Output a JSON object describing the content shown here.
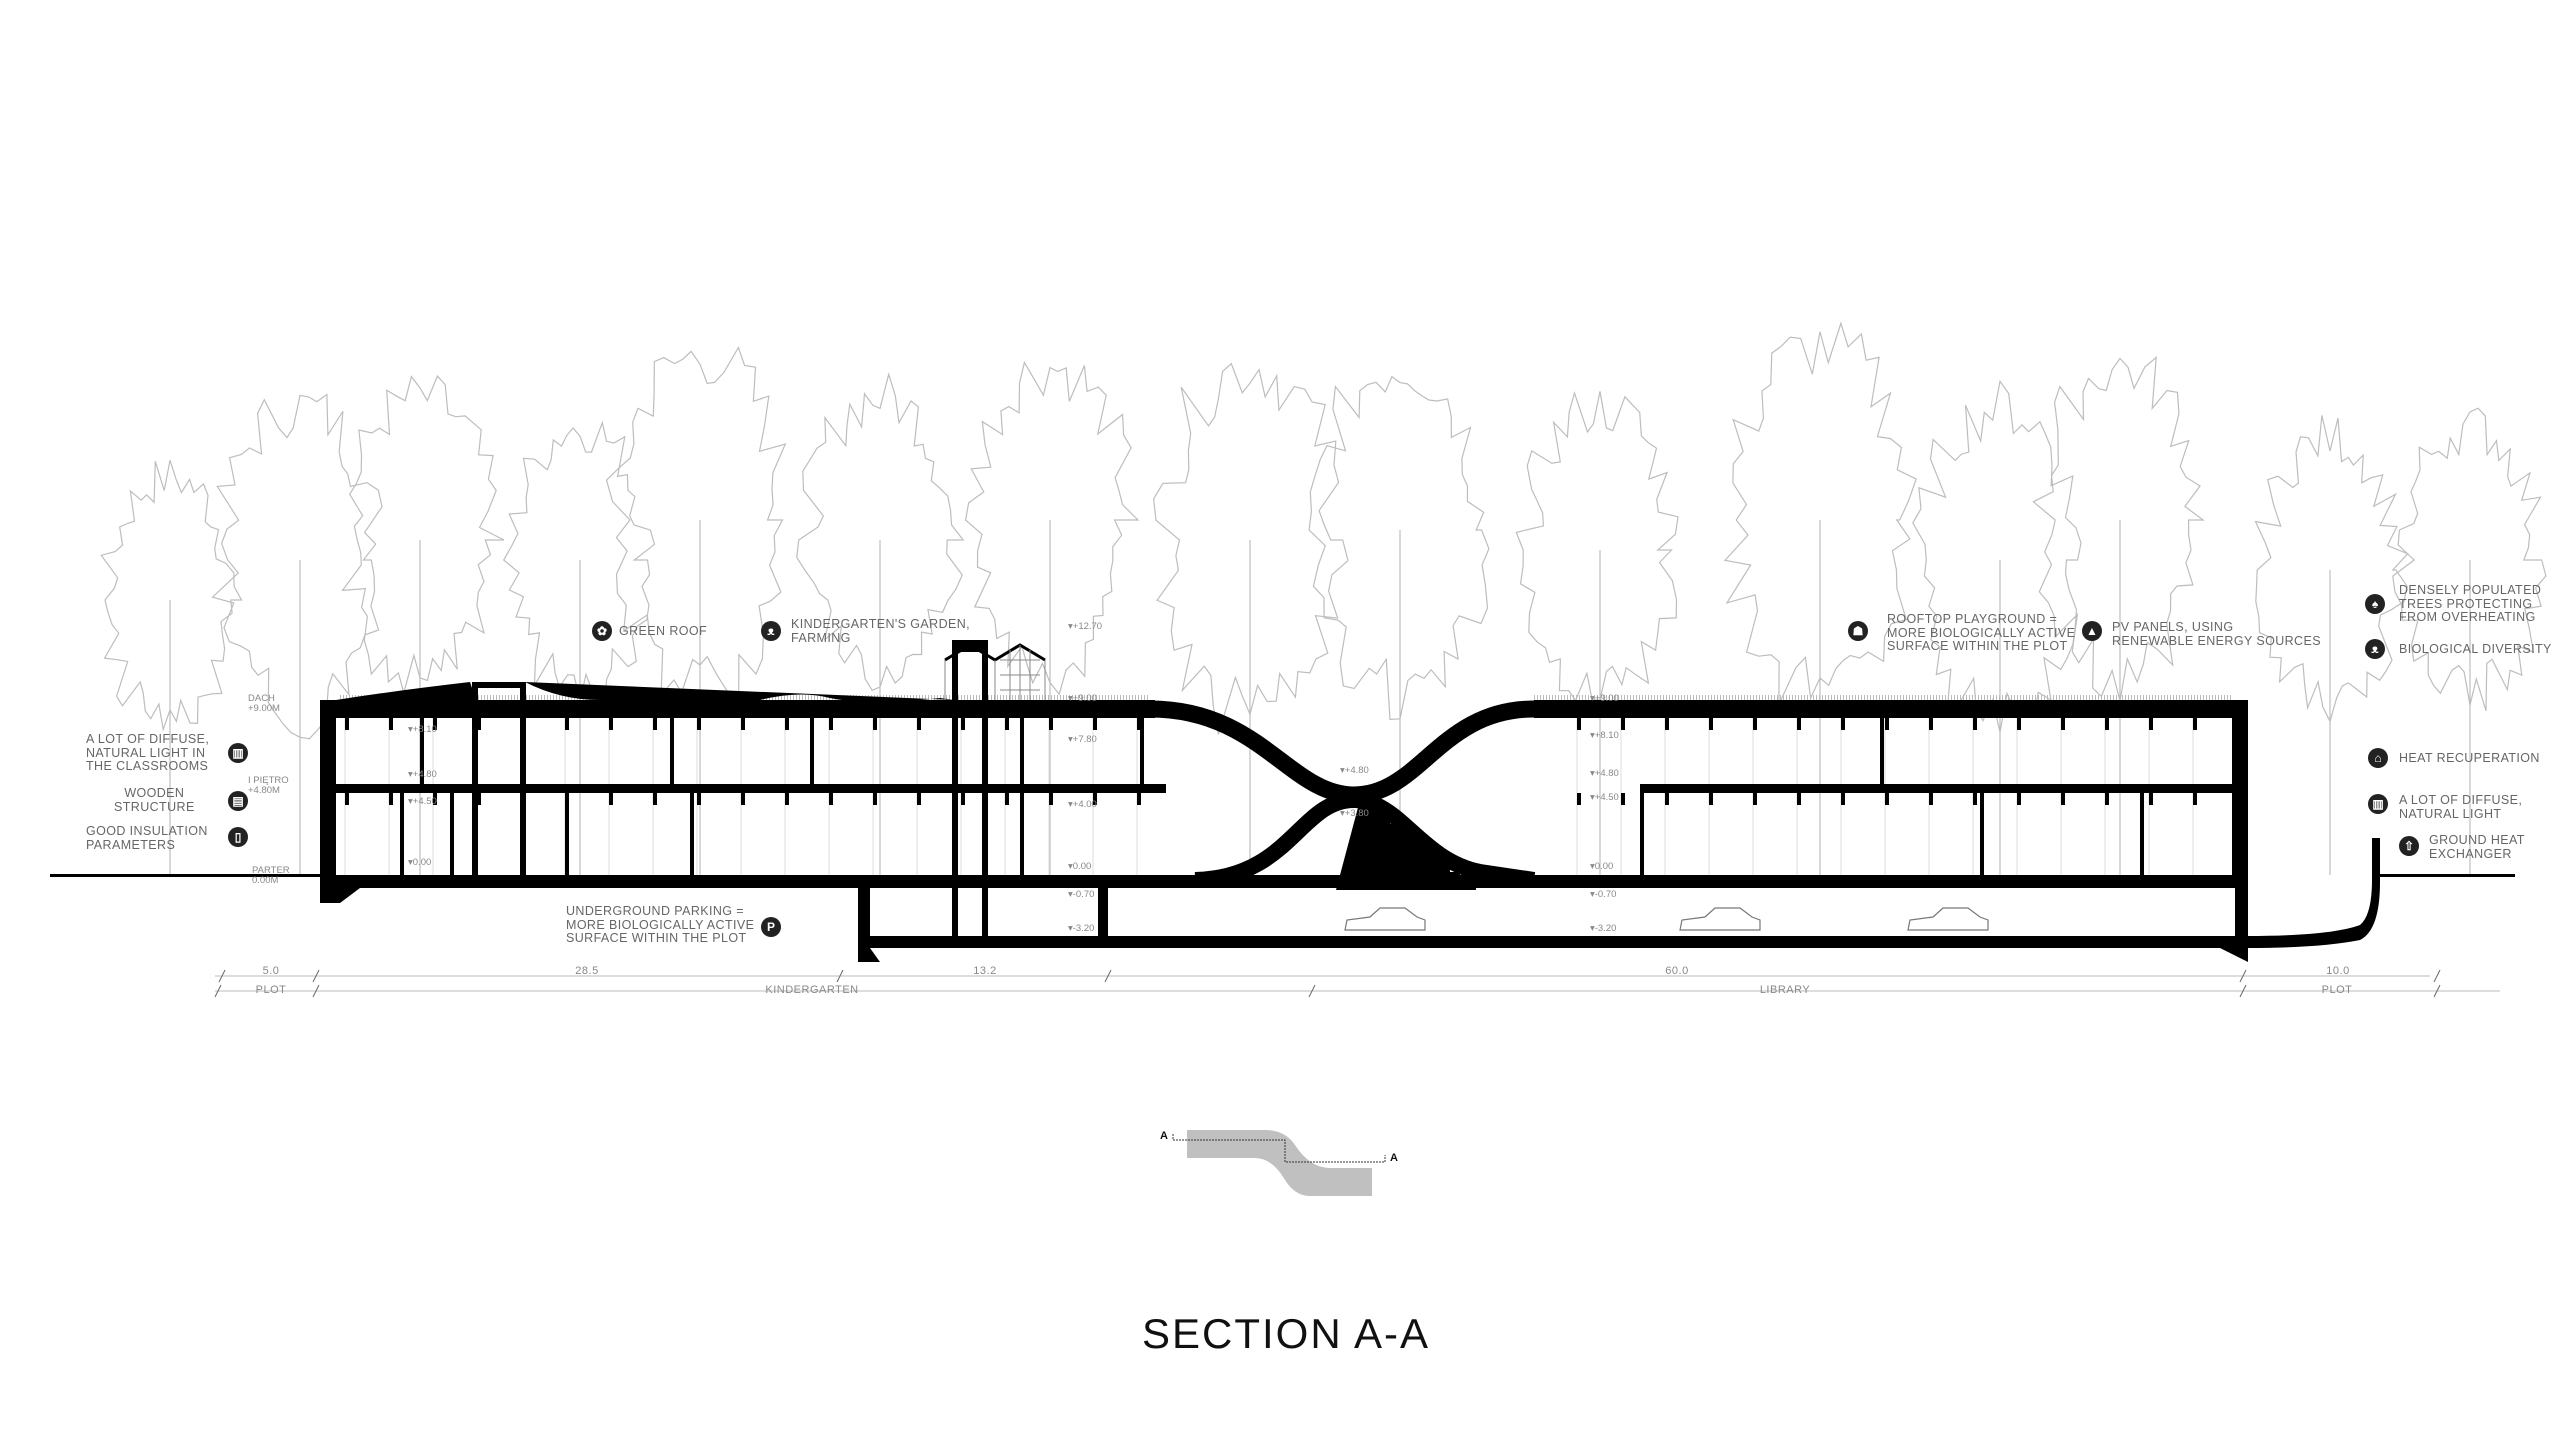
{
  "title": "SECTION A-A",
  "key_plan": {
    "marker_left": "A",
    "marker_right": "A"
  },
  "annotations": {
    "left": [
      {
        "icon": "window-icon",
        "text": "A LOT OF DIFFUSE,\nNATURAL LIGHT IN\nTHE CLASSROOMS"
      },
      {
        "icon": "wood-icon",
        "text": "WOODEN\nSTRUCTURE"
      },
      {
        "icon": "insulation-icon",
        "text": "GOOD INSULATION\nPARAMETERS"
      }
    ],
    "top": [
      {
        "icon": "flower-icon",
        "text": "GREEN ROOF"
      },
      {
        "icon": "butterfly-icon",
        "text": "KINDERGARTEN'S GARDEN,\nFARMING"
      },
      {
        "icon": "playground-icon",
        "text": "ROOFTOP PLAYGROUND =\nMORE BIOLOGICALLY ACTIVE\nSURFACE WITHIN THE PLOT"
      },
      {
        "icon": "solar-panel-icon",
        "text": "PV PANELS, USING\nRENEWABLE ENERGY SOURCES"
      }
    ],
    "right": [
      {
        "icon": "tree-icon",
        "text": "DENSELY POPULATED\nTREES PROTECTING\nFROM OVERHEATING"
      },
      {
        "icon": "butterfly-icon",
        "text": "BIOLOGICAL DIVERSITY"
      },
      {
        "icon": "house-heat-icon",
        "text": "HEAT RECUPERATION"
      },
      {
        "icon": "window-icon",
        "text": "A LOT OF DIFFUSE,\nNATURAL LIGHT"
      },
      {
        "icon": "arrow-up-icon",
        "text": "GROUND HEAT\nEXCHANGER"
      }
    ],
    "parking": {
      "icon": "parking-icon",
      "icon_text": "P",
      "text": "UNDERGROUND PARKING =\nMORE BIOLOGICALLY ACTIVE\nSURFACE WITHIN THE PLOT"
    }
  },
  "level_labels": [
    {
      "name": "DACH",
      "value": "+9.00M"
    },
    {
      "name": "I PIĘTRO",
      "value": "+4.80M"
    },
    {
      "name": "PARTER",
      "value": "0.00M"
    }
  ],
  "elevations": [
    "+8.10",
    "+4.80",
    "+4.50",
    "0.00",
    "+12.70",
    "+9.00",
    "+7.80",
    "+4.00",
    "0.00",
    "-0.70",
    "-3.20",
    "+4.80",
    "+3.80",
    "+9.00",
    "+8.10",
    "+4.80",
    "+4.50",
    "0.00",
    "-0.70",
    "-3.20"
  ],
  "dimensions": {
    "lengths": [
      "5.0",
      "28.5",
      "13.2",
      "60.0",
      "10.0"
    ],
    "zones": [
      "PLOT",
      "KINDERGARTEN",
      "LIBRARY",
      "PLOT"
    ]
  },
  "colors": {
    "structure": "#000000",
    "trees": "#bdbdbd",
    "key_plan": "#c0c0c0",
    "text": "#666666"
  }
}
